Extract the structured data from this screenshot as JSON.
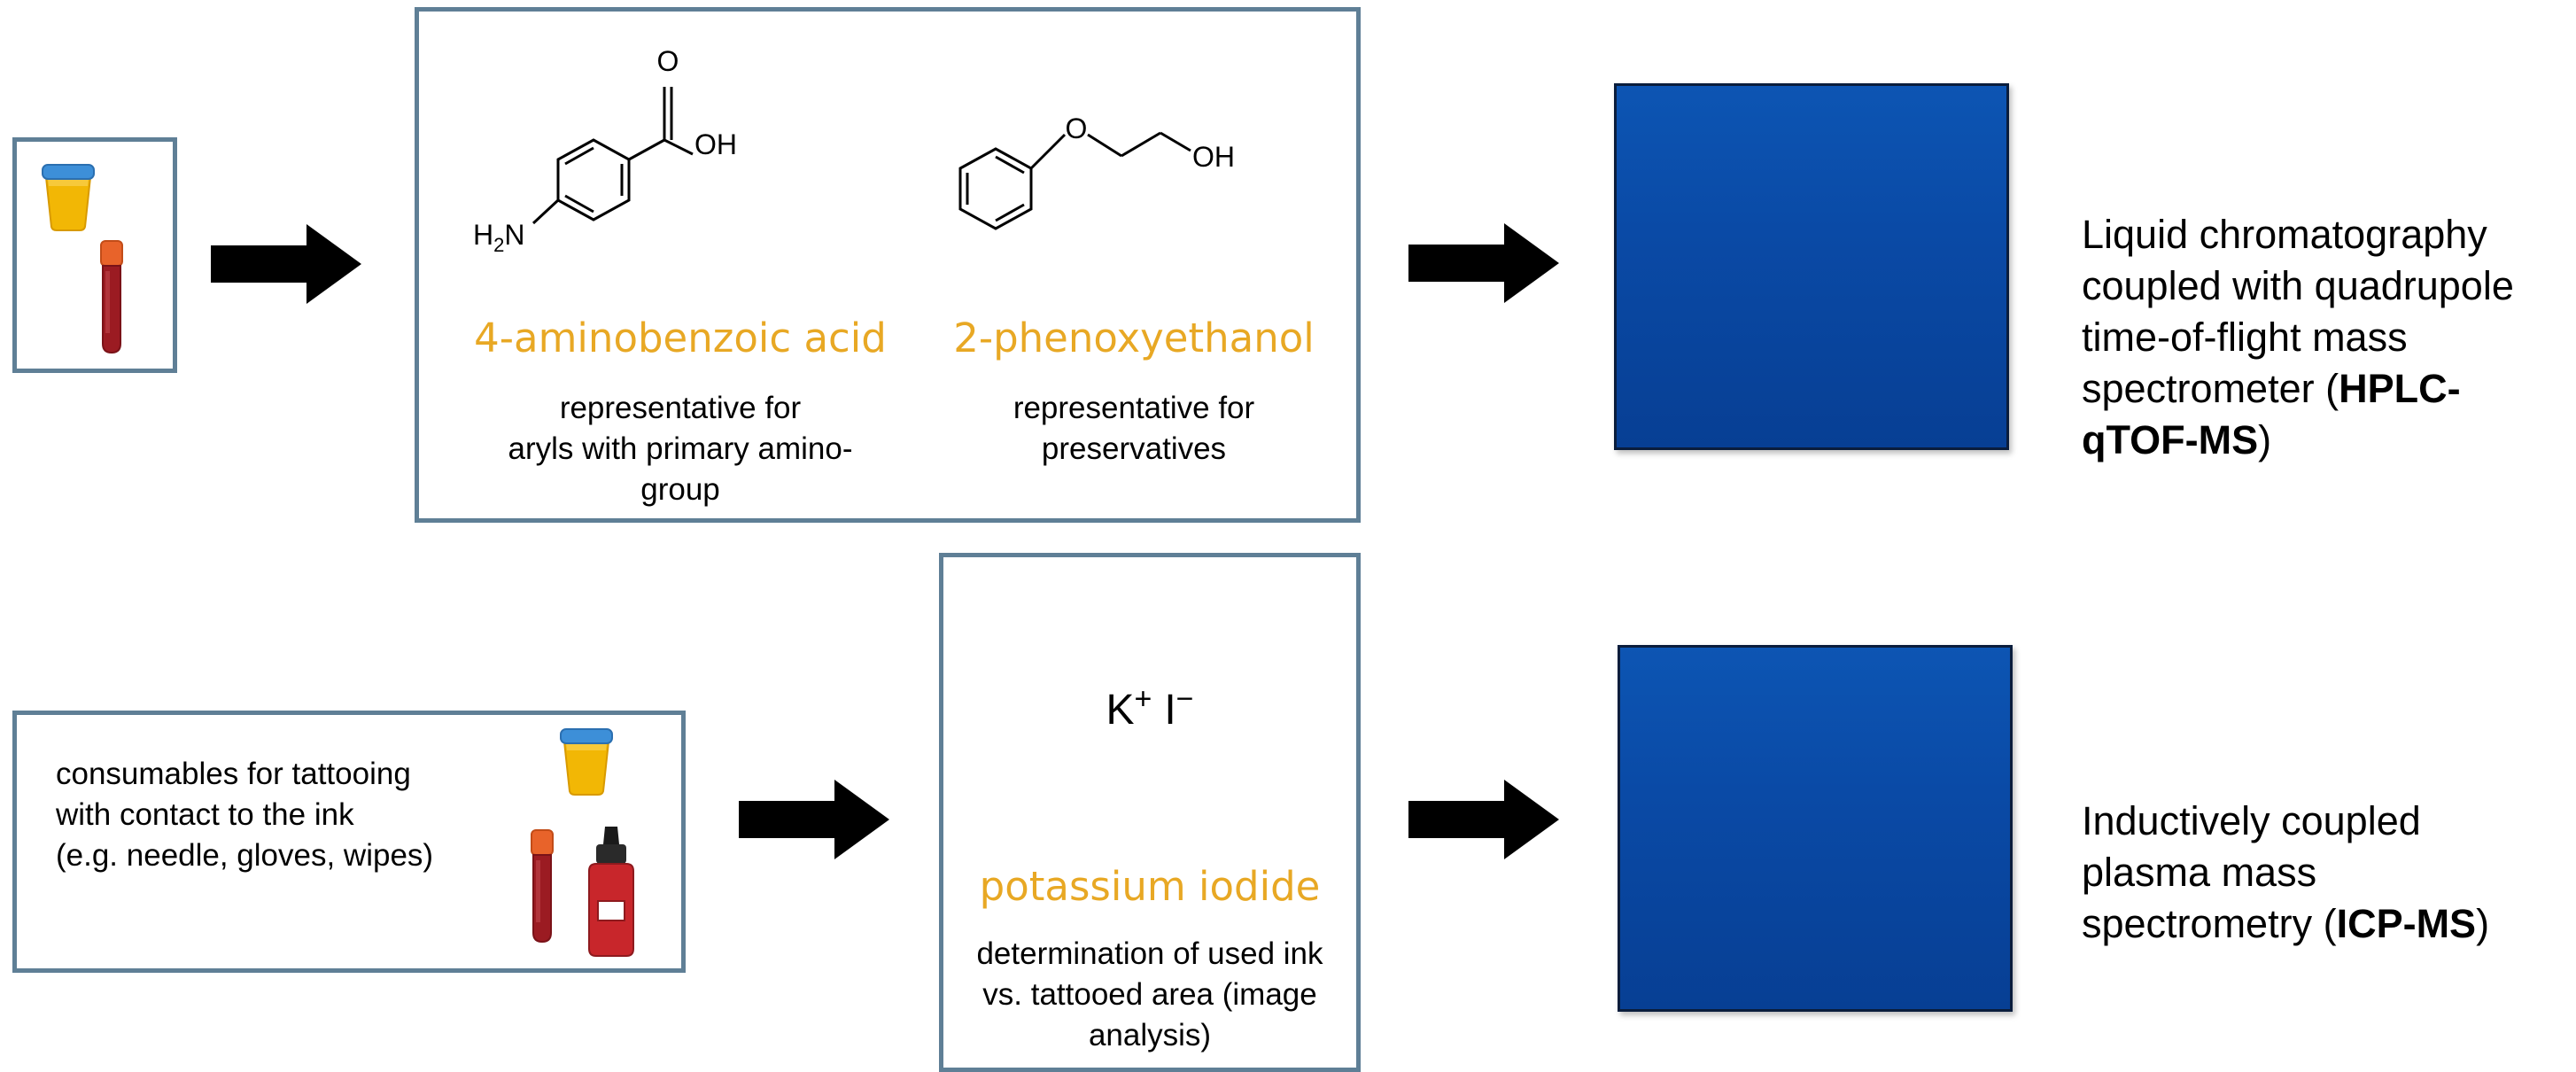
{
  "row1": {
    "compound1": {
      "name": "4-aminobenzoic acid",
      "desc_lines": [
        "representative for",
        "aryls with primary amino-",
        "group"
      ],
      "atoms": {
        "oxygen": "O",
        "hydroxyl": "OH",
        "amine": "H",
        "amine_sub": "2",
        "amine_n": "N"
      }
    },
    "compound2": {
      "name": "2-phenoxyethanol",
      "desc_lines": [
        "representative for",
        "preservatives"
      ],
      "atoms": {
        "oxygen": "O",
        "hydroxyl": "OH"
      }
    },
    "instrument": {
      "lines": [
        "Liquid chromatography",
        "coupled with quadrupole",
        "time-of-flight mass",
        "spectrometer ("
      ],
      "bold1": "HPLC-",
      "bold2": "qTOF-MS",
      "tail": ")"
    }
  },
  "row2": {
    "consumables_lines": [
      "consumables for tattooing",
      "with contact to the ink",
      "(e.g. needle, gloves, wipes)"
    ],
    "compound": {
      "name": "potassium iodide",
      "formula": {
        "k": "K",
        "k_charge": "+",
        "i": "I",
        "i_charge": "−"
      },
      "desc_lines": [
        "determination of used ink",
        "vs. tattooed area (image",
        "analysis)"
      ]
    },
    "instrument": {
      "lines": [
        "Inductively coupled",
        "plasma mass",
        "spectrometry ("
      ],
      "bold": "ICP-MS",
      "tail": ")"
    }
  },
  "colors": {
    "box_border": "#5f7f96",
    "accent_orange": "#e8a824",
    "instrument_blue": "#0a4aa6",
    "urine_yellow": "#f2b705",
    "cap_blue": "#3d8fd8",
    "blood_red": "#9b1b22",
    "ink_red": "#c8262b"
  },
  "icons": [
    "urine-cup-icon",
    "blood-tube-icon",
    "ink-bottle-icon",
    "right-arrow-icon"
  ]
}
